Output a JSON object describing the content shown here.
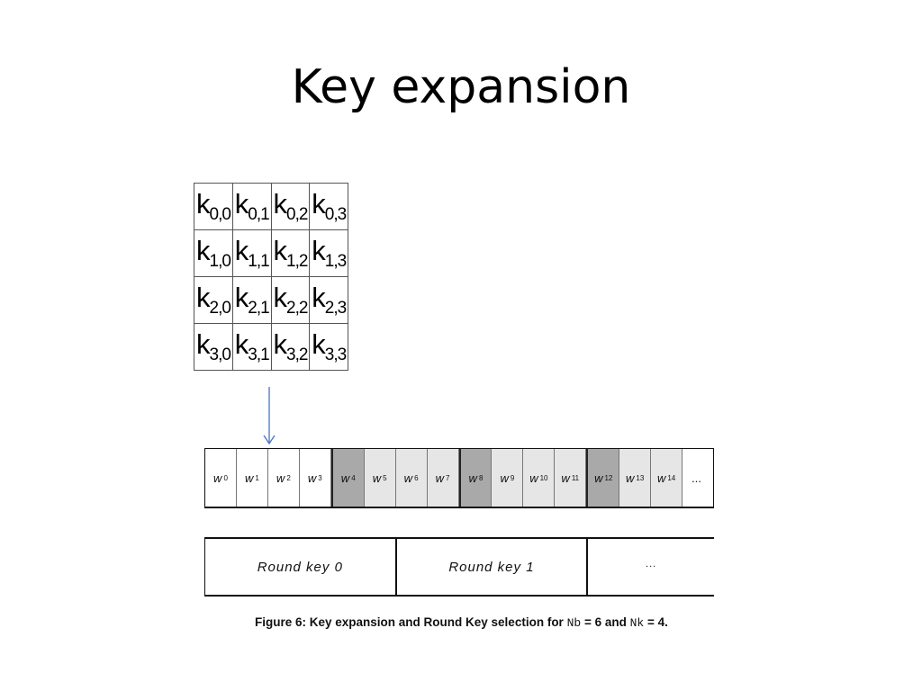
{
  "slide": {
    "title": "Key expansion"
  },
  "key_matrix": {
    "rows": [
      [
        {
          "base": "k",
          "sub": "0,0"
        },
        {
          "base": "k",
          "sub": "0,1"
        },
        {
          "base": "k",
          "sub": "0,2"
        },
        {
          "base": "k",
          "sub": "0,3"
        }
      ],
      [
        {
          "base": "k",
          "sub": "1,0"
        },
        {
          "base": "k",
          "sub": "1,1"
        },
        {
          "base": "k",
          "sub": "1,2"
        },
        {
          "base": "k",
          "sub": "1,3"
        }
      ],
      [
        {
          "base": "k",
          "sub": "2,0"
        },
        {
          "base": "k",
          "sub": "2,1"
        },
        {
          "base": "k",
          "sub": "2,2"
        },
        {
          "base": "k",
          "sub": "2,3"
        }
      ],
      [
        {
          "base": "k",
          "sub": "3,0"
        },
        {
          "base": "k",
          "sub": "3,1"
        },
        {
          "base": "k",
          "sub": "3,2"
        },
        {
          "base": "k",
          "sub": "3,3"
        }
      ]
    ]
  },
  "colors": {
    "arrow": "#4472c4",
    "word_dark": "#a9a9a9",
    "word_light": "#e6e6e6"
  },
  "words": [
    {
      "base": "w",
      "sub": "0",
      "tone": "white"
    },
    {
      "base": "w",
      "sub": "1",
      "tone": "white"
    },
    {
      "base": "w",
      "sub": "2",
      "tone": "white"
    },
    {
      "base": "w",
      "sub": "3",
      "tone": "white"
    },
    {
      "base": "w",
      "sub": "4",
      "tone": "dark"
    },
    {
      "base": "w",
      "sub": "5",
      "tone": "light"
    },
    {
      "base": "w",
      "sub": "6",
      "tone": "light"
    },
    {
      "base": "w",
      "sub": "7",
      "tone": "light"
    },
    {
      "base": "w",
      "sub": "8",
      "tone": "dark"
    },
    {
      "base": "w",
      "sub": "9",
      "tone": "light"
    },
    {
      "base": "w",
      "sub": "10",
      "tone": "light"
    },
    {
      "base": "w",
      "sub": "11",
      "tone": "light"
    },
    {
      "base": "w",
      "sub": "12",
      "tone": "dark"
    },
    {
      "base": "w",
      "sub": "13",
      "tone": "light"
    },
    {
      "base": "w",
      "sub": "14",
      "tone": "light"
    },
    {
      "base": "...",
      "sub": "",
      "tone": "white"
    }
  ],
  "round_keys": [
    "Round key 0",
    "Round key 1",
    "..."
  ],
  "caption": {
    "prefix": "Figure 6: Key expansion and Round Key selection for ",
    "nb_symbol": "Nb",
    "nb_value": " = 6 and ",
    "nk_symbol": "Nk",
    "nk_value": " = 4."
  }
}
